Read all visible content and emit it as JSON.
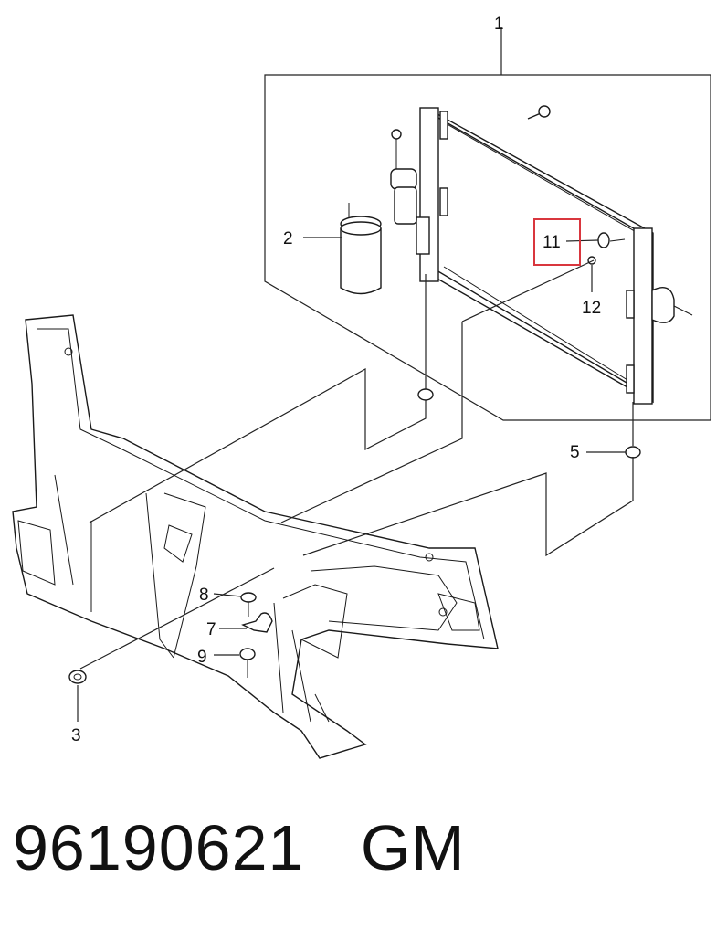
{
  "callouts": {
    "c1": "1",
    "c2": "2",
    "c3": "3",
    "c5": "5",
    "c7": "7",
    "c8": "8",
    "c9": "9",
    "c11": "11",
    "c12": "12"
  },
  "highlight_color": "#d9363e",
  "footer": {
    "part_number": "96190621",
    "brand": "GM"
  }
}
